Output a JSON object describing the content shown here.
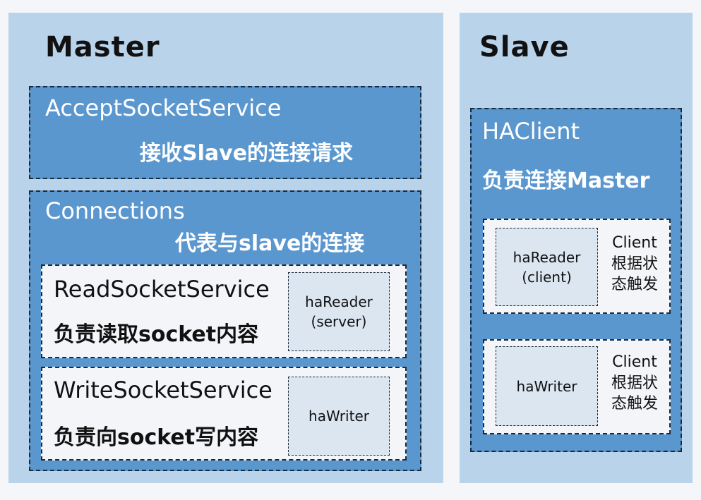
{
  "master": {
    "title": "Master",
    "accept": {
      "name": "AcceptSocketService",
      "desc": "接收Slave的连接请求"
    },
    "connections": {
      "name": "Connections",
      "desc": "代表与slave的连接",
      "read": {
        "name": "ReadSocketService",
        "desc": "负责读取socket内容",
        "component_line1": "haReader",
        "component_line2": "(server)"
      },
      "write": {
        "name": "WriteSocketService",
        "desc": "负责向socket写内容",
        "component": "haWriter"
      }
    }
  },
  "slave": {
    "title": "Slave",
    "haclient": {
      "name": "HAClient",
      "desc": "负责连接Master",
      "reader": {
        "line1": "haReader",
        "line2": "(client)",
        "note": "Client\n根据状\n态触发"
      },
      "writer": {
        "label": "haWriter",
        "note": "Client\n根据状\n态触发"
      }
    }
  }
}
